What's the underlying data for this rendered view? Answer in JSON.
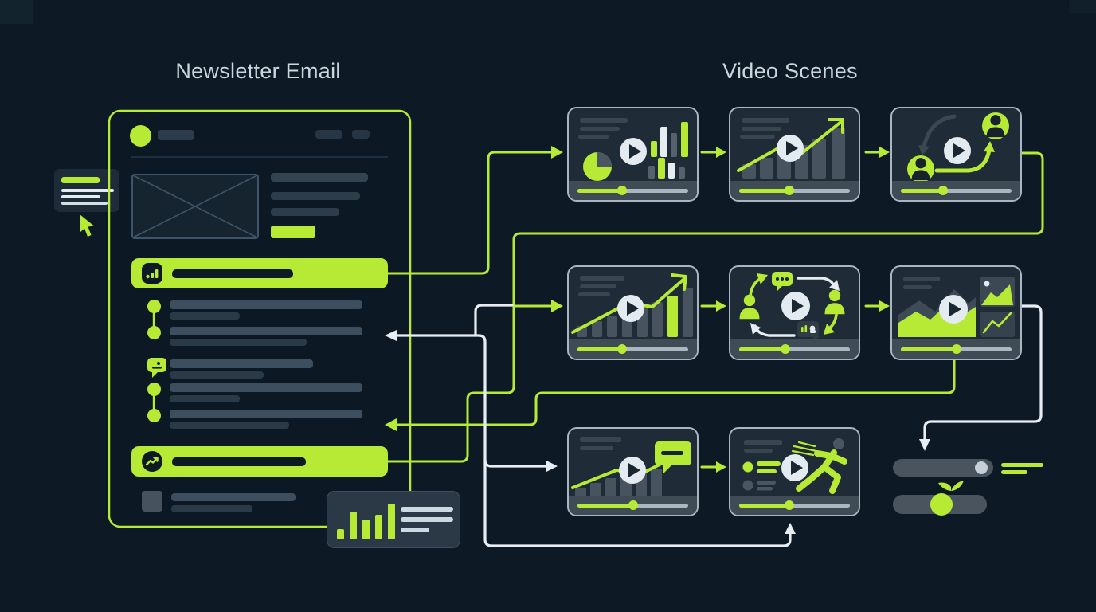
{
  "titles": {
    "left": "Newsletter Email",
    "right": "Video Scenes"
  },
  "colors": {
    "bg": "#0d1a25",
    "accent": "#b7ea35",
    "white_line": "#e7edf3",
    "panel_bg": "#0c1823",
    "thumb_bg": "#1f2b36",
    "slate": "#45515c",
    "slate_dark": "#313e4a",
    "play_bg": "#e3eaf0",
    "play_glyph": "#1a2630"
  },
  "email": {
    "header": {
      "avatar_icon": "avatar-dot",
      "title_bar": 1,
      "menu_bars": 2
    },
    "hero": {
      "image_placeholder": "crossed-image-box",
      "text_lines": 3,
      "button": 1
    },
    "cta_buttons": [
      {
        "icon": "bar-chart-icon"
      },
      {
        "icon": "trend-up-icon"
      }
    ],
    "list_items": [
      {
        "marker": "bullet"
      },
      {
        "marker": "bullet"
      },
      {
        "marker": "speech-bubble-icon"
      },
      {
        "marker": "bullet"
      },
      {
        "marker": "bullet"
      }
    ],
    "footer": {
      "thumb_square": 1,
      "text_lines": 2
    }
  },
  "annotation_card": {
    "lines": 4,
    "first_line_accent": true,
    "cursor": "lime-pointer"
  },
  "stats_card": {
    "bars": [
      13,
      35,
      25,
      31,
      45
    ],
    "text_lines": 3
  },
  "thumbnails": [
    {
      "id": "scene-1",
      "row": 1,
      "col": 1,
      "scene": "pie-bar-stats",
      "progress": 40
    },
    {
      "id": "scene-2",
      "row": 1,
      "col": 2,
      "scene": "growth-arrow",
      "progress": 45
    },
    {
      "id": "scene-3",
      "row": 1,
      "col": 3,
      "scene": "people-swap",
      "progress": 38
    },
    {
      "id": "scene-4",
      "row": 2,
      "col": 1,
      "scene": "bars-trend",
      "progress": 40
    },
    {
      "id": "scene-5",
      "row": 2,
      "col": 2,
      "scene": "people-cycle",
      "progress": 42
    },
    {
      "id": "scene-6",
      "row": 2,
      "col": 3,
      "scene": "area-chart",
      "progress": 50
    },
    {
      "id": "scene-7",
      "row": 3,
      "col": 1,
      "scene": "bars-comment",
      "progress": 50
    },
    {
      "id": "scene-8",
      "row": 3,
      "col": 2,
      "scene": "runner",
      "progress": 45
    }
  ],
  "sliders": [
    {
      "id": "slider-1",
      "knob": "end",
      "knob_color": "#c6cfd7",
      "accent_lines": 2
    },
    {
      "id": "slider-2",
      "knob": "center",
      "knob_color": "#b7ea35",
      "accent_lines": 0
    }
  ],
  "connections": [
    {
      "from": "email-cta-1",
      "to": "scene-1",
      "color": "green",
      "arrow": true
    },
    {
      "from": "email-cta-2",
      "to": "scene-3",
      "color": "green",
      "arrow": false
    },
    {
      "from": "cta-2-line",
      "to": "scene-4",
      "color": "green",
      "arrow": true
    },
    {
      "from": "scene-6",
      "to": "email-list",
      "color": "green",
      "arrow": true
    },
    {
      "from": "email-list",
      "to": "scene-8-bottom",
      "color": "white",
      "arrow": true
    },
    {
      "from": "email-list",
      "to": "scene-7",
      "color": "white",
      "arrow": true
    },
    {
      "from": "scene-6",
      "to": "slider-1",
      "color": "white",
      "arrow": true
    },
    {
      "from": "scene-1",
      "to": "scene-2",
      "color": "green",
      "arrow": true
    },
    {
      "from": "scene-2",
      "to": "scene-3",
      "color": "green",
      "arrow": true
    },
    {
      "from": "scene-4",
      "to": "scene-5",
      "color": "green",
      "arrow": true
    },
    {
      "from": "scene-5",
      "to": "scene-6",
      "color": "green",
      "arrow": true
    },
    {
      "from": "scene-7",
      "to": "scene-8",
      "color": "green",
      "arrow": true
    }
  ]
}
